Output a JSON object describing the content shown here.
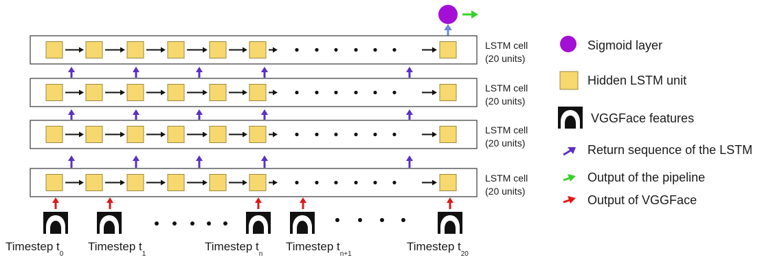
{
  "layers": [
    {
      "label_line1": "LSTM cell",
      "label_line2": "(20 units)"
    },
    {
      "label_line1": "LSTM cell",
      "label_line2": "(20 units)"
    },
    {
      "label_line1": "LSTM cell",
      "label_line2": "(20 units)"
    },
    {
      "label_line1": "LSTM cell",
      "label_line2": "(20 units)"
    }
  ],
  "timesteps": [
    {
      "prefix": "Timestep t",
      "subscript": "0"
    },
    {
      "prefix": "Timestep t",
      "subscript": "1"
    },
    {
      "prefix": "Timestep t",
      "subscript": "n"
    },
    {
      "prefix": "Timestep t",
      "subscript": "n+1"
    },
    {
      "prefix": "Timestep t",
      "subscript": "20"
    }
  ],
  "legend": {
    "sigmoid": "Sigmoid layer",
    "hidden_unit": "Hidden LSTM unit",
    "vggface": "VGGFace features",
    "return_sequence": "Return sequence of the LSTM",
    "pipeline_output": "Output of the pipeline",
    "vggface_output": "Output of VGGFace"
  },
  "colors": {
    "unit_fill": "#f6d86e",
    "unit_stroke": "#9a8a40",
    "sigmoid": "#a40fd8",
    "return_arrow": "#5a2fc8",
    "pipeline_arrow": "#39d12b",
    "vggface_arrow": "#e01818",
    "sigmoid_input_arrow": "#6e8ad8"
  }
}
